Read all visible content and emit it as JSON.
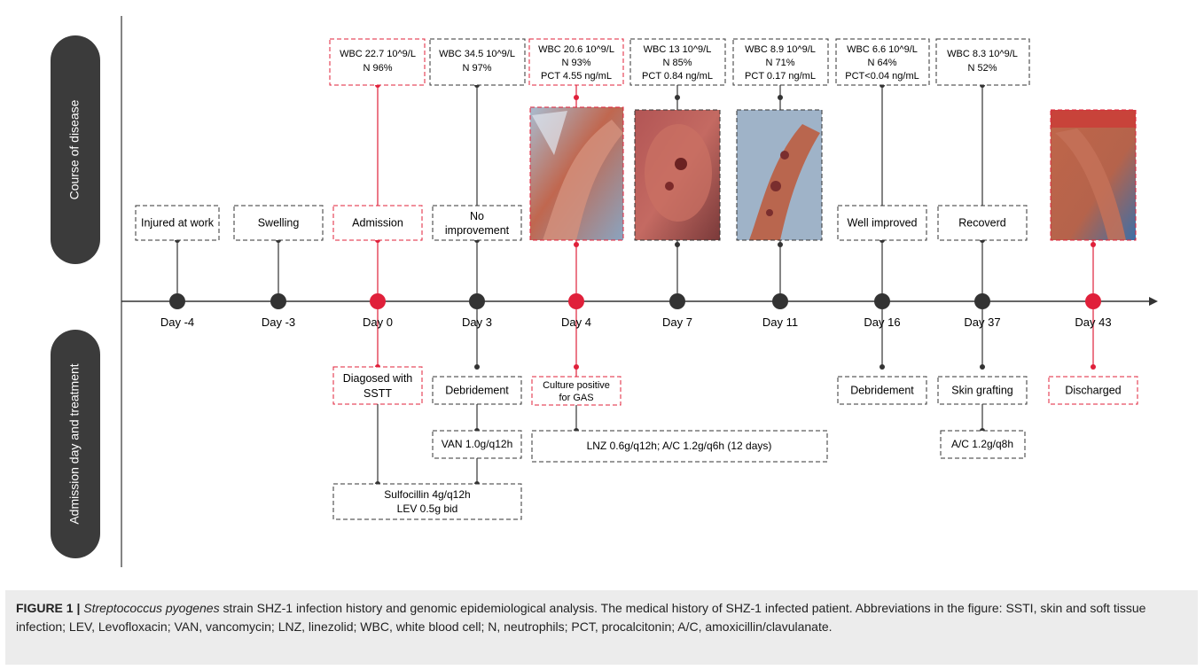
{
  "side_labels": {
    "top": "Course of disease",
    "bottom": "Admission day and treatment"
  },
  "days": [
    {
      "label": "Day -4",
      "highlight": false,
      "event": "Injured at work"
    },
    {
      "label": "Day -3",
      "highlight": false,
      "event": "Swelling"
    },
    {
      "label": "Day 0",
      "highlight": true,
      "event": "Admission",
      "labs": [
        "WBC 22.7 10^9/L",
        "N 96%"
      ],
      "treatment": [
        "Diagosed with",
        "SSTT"
      ]
    },
    {
      "label": "Day 3",
      "highlight": false,
      "event_lines": [
        "No",
        "improvement"
      ],
      "labs": [
        "WBC 34.5 10^9/L",
        "N 97%"
      ],
      "treatment": [
        "Debridement"
      ]
    },
    {
      "label": "Day 4",
      "highlight": true,
      "photo": "photo-day-4",
      "labs": [
        "WBC 20.6 10^9/L",
        "N 93%",
        "PCT 4.55 ng/mL"
      ],
      "treatment": [
        "Culture positive",
        "for GAS"
      ]
    },
    {
      "label": "Day 7",
      "highlight": false,
      "photo": "photo-day-7",
      "labs": [
        "WBC 13 10^9/L",
        "N 85%",
        "PCT 0.84 ng/mL"
      ]
    },
    {
      "label": "Day 11",
      "highlight": false,
      "photo": "photo-day-11",
      "labs": [
        "WBC 8.9 10^9/L",
        "N 71%",
        "PCT 0.17 ng/mL"
      ]
    },
    {
      "label": "Day 16",
      "highlight": false,
      "event": "Well improved",
      "labs": [
        "WBC 6.6 10^9/L",
        "N 64%",
        "PCT<0.04 ng/mL"
      ],
      "treatment": [
        "Debridement"
      ]
    },
    {
      "label": "Day 37",
      "highlight": false,
      "event": "Recoverd",
      "labs": [
        "WBC 8.3 10^9/L",
        "N 52%"
      ],
      "treatment": [
        "Skin grafting"
      ]
    },
    {
      "label": "Day 43",
      "highlight": true,
      "photo": "photo-day-43",
      "treatment": [
        "Discharged"
      ]
    }
  ],
  "drugs": {
    "sulfocillin": [
      "Sulfocillin 4g/q12h",
      "LEV 0.5g bid"
    ],
    "van": "VAN 1.0g/q12h",
    "lnz": "LNZ 0.6g/q12h; A/C 1.2g/q6h (12 days)",
    "ac": "A/C 1.2g/q8h"
  },
  "caption": {
    "lead": "FIGURE 1 | ",
    "species": "Streptococcus pyogenes",
    "rest": " strain SHZ-1 infection history and genomic epidemiological analysis. The medical history of SHZ-1 infected patient. Abbreviations in the figure: SSTI, skin and soft tissue infection; LEV, Levofloxacin; VAN, vancomycin; LNZ, linezolid; WBC, white blood cell; N, neutrophils; PCT, procalcitonin; A/C, amoxicillin/clavulanate."
  },
  "colors": {
    "red": "#e0203a",
    "dark": "#333333",
    "pill": "#3b3b3b",
    "caption_bg": "#ececec"
  }
}
